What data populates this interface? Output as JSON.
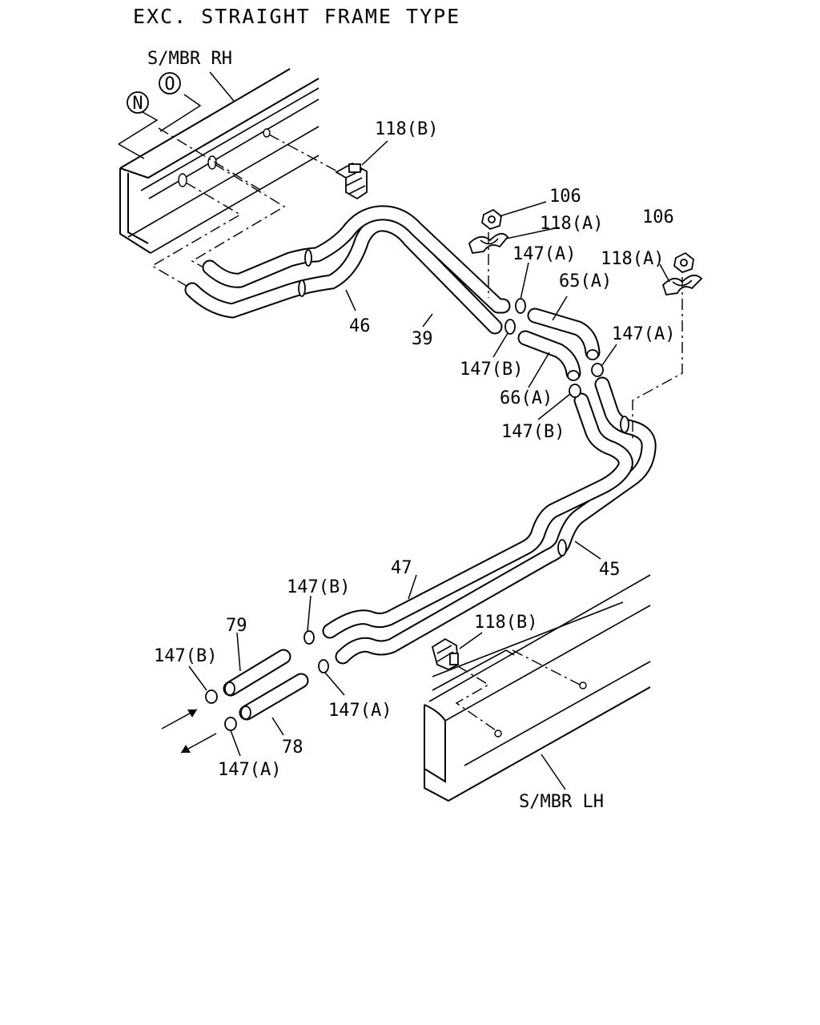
{
  "title": "EXC. STRAIGHT FRAME TYPE",
  "frame_labels": {
    "rh": "S/MBR RH",
    "lh": "S/MBR LH"
  },
  "callouts": {
    "n": "N",
    "o": "O"
  },
  "part_labels": {
    "p118b_top": "118(B)",
    "p106_a": "106",
    "p106_b": "106",
    "p118a_a": "118(A)",
    "p118a_b": "118(A)",
    "p147a_1": "147(A)",
    "p65a": "65(A)",
    "p147a_2": "147(A)",
    "p46": "46",
    "p39": "39",
    "p147b_1": "147(B)",
    "p66a": "66(A)",
    "p147b_2": "147(B)",
    "p47": "47",
    "p45": "45",
    "p147b_3": "147(B)",
    "p118b_bot": "118(B)",
    "p79": "79",
    "p147b_4": "147(B)",
    "p147a_3": "147(A)",
    "p78": "78",
    "p147a_4": "147(A)"
  }
}
